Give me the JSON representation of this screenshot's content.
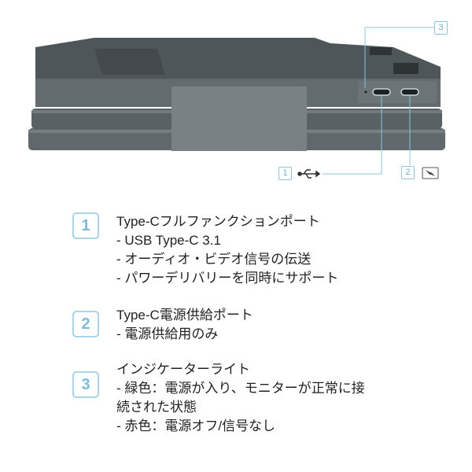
{
  "callouts": {
    "c1": "1",
    "c2": "2",
    "c3": "3"
  },
  "icons": {
    "usb": "usb-icon",
    "power": "power-bolt-icon"
  },
  "items": [
    {
      "number": "1",
      "title": "Type-Cフルファンクションポート",
      "lines": [
        "- USB Type-C 3.1",
        "- オーディオ・ビデオ信号の伝送",
        "- パワーデリバリーを同時にサポート"
      ]
    },
    {
      "number": "2",
      "title": "Type-C電源供給ポート",
      "lines": [
        "- 電源供給用のみ"
      ]
    },
    {
      "number": "3",
      "title": "インジケーターライト",
      "lines": [
        "- 緑色：電源が入り、モニターが正常に接",
        "続された状態",
        "- 赤色：電源オフ/信号なし"
      ]
    }
  ],
  "colors": {
    "accent": "#8cc4dc",
    "device": "#5d6467"
  }
}
